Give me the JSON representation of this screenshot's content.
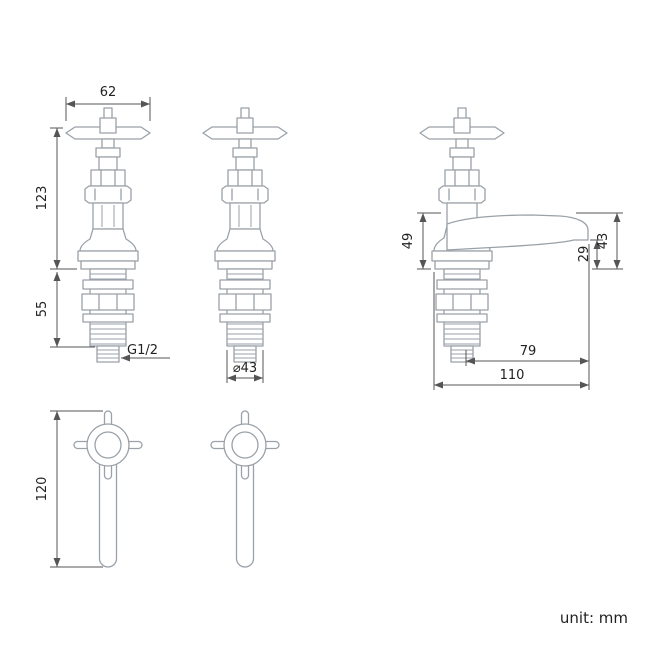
{
  "unit_note": "unit: mm",
  "dims": {
    "handle_width": "62",
    "body_height": "123",
    "shank_length": "55",
    "thread_size": "G1/2",
    "base_diameter": "⌀43",
    "spout_height": "49",
    "outlet_height": "29",
    "spout_top_height": "43",
    "spout_reach": "79",
    "overall_depth": "110",
    "handle_length": "120"
  },
  "colors": {
    "drawing_line": "#9aa1a8",
    "dimension_line": "#555555",
    "text": "#222222"
  }
}
